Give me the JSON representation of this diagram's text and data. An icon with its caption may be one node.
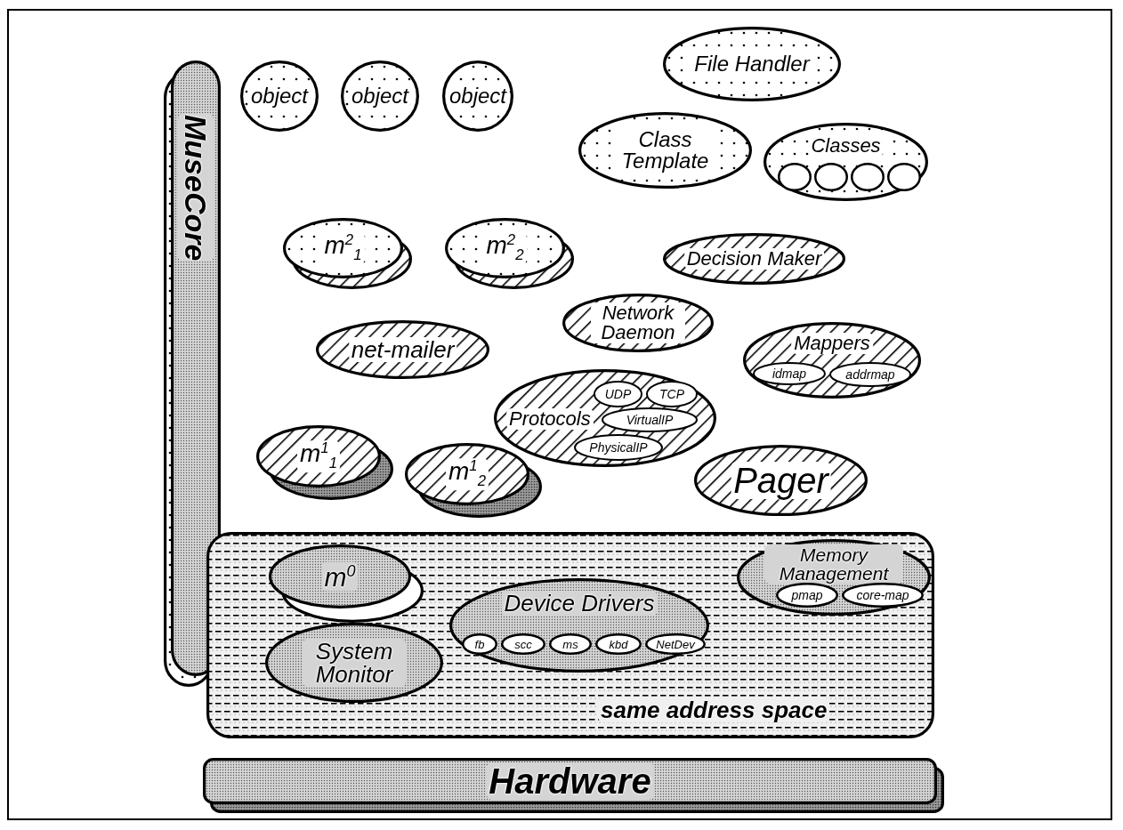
{
  "diagram": {
    "nodes": [
      {
        "text": [
          "MuseCore"
        ]
      },
      {
        "text": [
          "object"
        ]
      },
      {
        "text": [
          "object"
        ]
      },
      {
        "text": [
          "object"
        ]
      },
      {
        "text": [
          "File Handler"
        ]
      },
      {
        "text": [
          "Class Template"
        ]
      },
      {
        "text": [
          "Classes"
        ]
      },
      {
        "text": [],
        "shape": "circle",
        "in": 6
      },
      {
        "text": [],
        "shape": "circle",
        "in": 6
      },
      {
        "text": [],
        "shape": "circle",
        "in": 6
      },
      {
        "text": [],
        "shape": "circle",
        "in": 6
      },
      {
        "text": [
          "m$^{2}$$_{1}$"
        ]
      },
      {
        "text": [
          "m$^{2}$$_{2}$"
        ]
      },
      {
        "text": [
          "Decision Maker"
        ]
      },
      {
        "text": [
          "Network Daemon"
        ]
      },
      {
        "text": [
          "net-mailer"
        ]
      },
      {
        "text": [
          "Mappers"
        ]
      },
      {
        "text": [
          "idmap"
        ],
        "in": 16
      },
      {
        "text": [
          "addrmap"
        ],
        "in": 16
      },
      {
        "text": [
          "Protocols"
        ]
      },
      {
        "text": [
          "UDP"
        ],
        "in": 19
      },
      {
        "text": [
          "TCP"
        ],
        "in": 19
      },
      {
        "text": [
          "VirtualIP"
        ],
        "in": 19
      },
      {
        "text": [
          "PhysicalIP"
        ],
        "in": 19
      },
      {
        "text": [
          "m$^{1}$$_{1}$"
        ]
      },
      {
        "text": [
          "m$^{1}$$_{2}$"
        ]
      },
      {
        "text": [
          "Pager"
        ]
      },
      {
        "text": [
          "same address space"
        ]
      },
      {
        "text": [
          "m$^{0}$"
        ],
        "in": 27
      },
      {
        "text": [
          "Memory Management"
        ],
        "in": 27
      },
      {
        "text": [
          "pmap"
        ],
        "in": 29
      },
      {
        "text": [
          "core-map"
        ],
        "in": 29
      },
      {
        "text": [
          "Device Drivers"
        ],
        "in": 27
      },
      {
        "text": [
          "fb"
        ],
        "in": 32
      },
      {
        "text": [
          "scc"
        ],
        "in": 32
      },
      {
        "text": [
          "ms"
        ],
        "in": 32
      },
      {
        "text": [
          "kbd"
        ],
        "in": 32
      },
      {
        "text": [
          "NetDev"
        ],
        "in": 32
      },
      {
        "text": [
          "System Monitor"
        ],
        "in": 27
      },
      {
        "text": [
          "Hardware"
        ]
      }
    ]
  }
}
